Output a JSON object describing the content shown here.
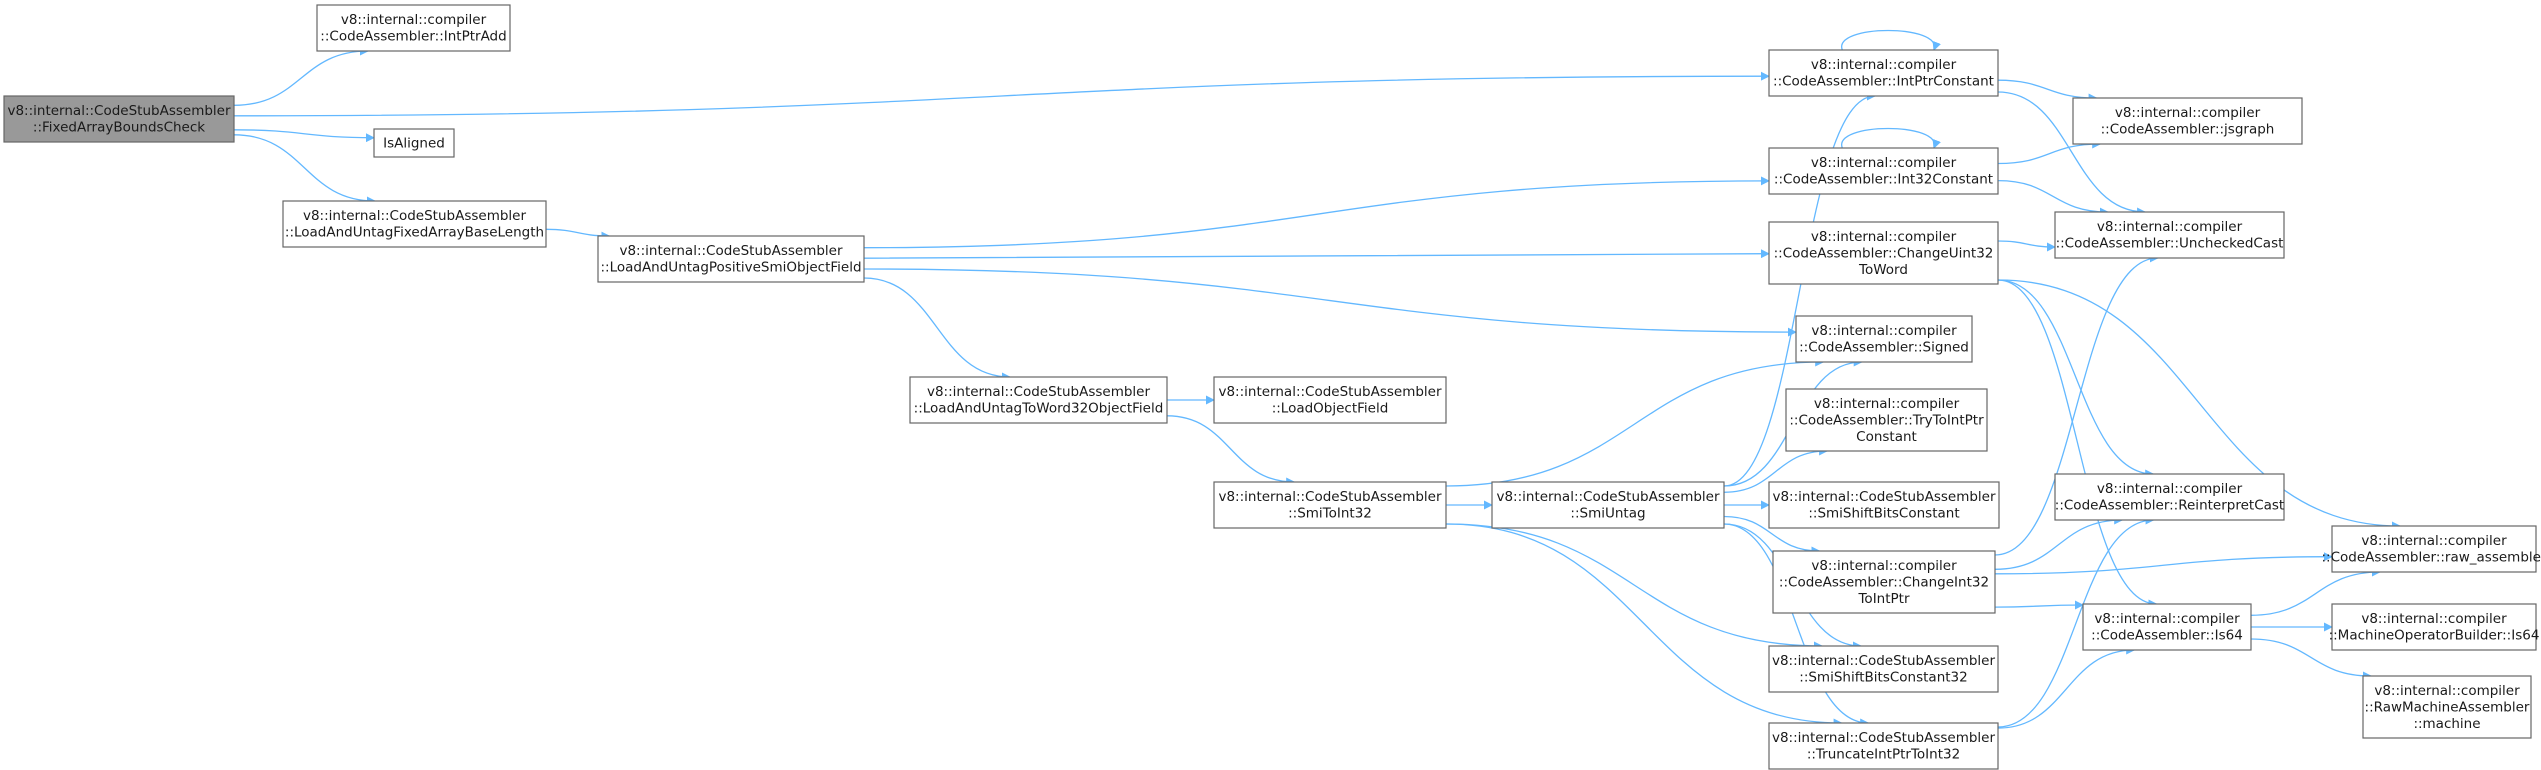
{
  "diagram": {
    "type": "call-graph",
    "nodes": [
      {
        "id": "root",
        "lines": [
          "v8::internal::CodeStubAssembler",
          "::FixedArrayBoundsCheck"
        ],
        "root": true
      },
      {
        "id": "intptradd",
        "lines": [
          "v8::internal::compiler",
          "::CodeAssembler::IntPtrAdd"
        ]
      },
      {
        "id": "isaligned",
        "lines": [
          "IsAligned"
        ]
      },
      {
        "id": "loaduntagbase",
        "lines": [
          "v8::internal::CodeStubAssembler",
          "::LoadAndUntagFixedArrayBaseLength"
        ]
      },
      {
        "id": "loaduntagpos",
        "lines": [
          "v8::internal::CodeStubAssembler",
          "::LoadAndUntagPositiveSmiObjectField"
        ]
      },
      {
        "id": "loaduntagw32",
        "lines": [
          "v8::internal::CodeStubAssembler",
          "::LoadAndUntagToWord32ObjectField"
        ]
      },
      {
        "id": "loadobject",
        "lines": [
          "v8::internal::CodeStubAssembler",
          "::LoadObjectField"
        ]
      },
      {
        "id": "smitoint32",
        "lines": [
          "v8::internal::CodeStubAssembler",
          "::SmiToInt32"
        ]
      },
      {
        "id": "smiuntag",
        "lines": [
          "v8::internal::CodeStubAssembler",
          "::SmiUntag"
        ]
      },
      {
        "id": "intptrconst",
        "lines": [
          "v8::internal::compiler",
          "::CodeAssembler::IntPtrConstant"
        ]
      },
      {
        "id": "int32const",
        "lines": [
          "v8::internal::compiler",
          "::CodeAssembler::Int32Constant"
        ]
      },
      {
        "id": "changeuint32",
        "lines": [
          "v8::internal::compiler",
          "::CodeAssembler::ChangeUint32",
          "ToWord"
        ]
      },
      {
        "id": "signed",
        "lines": [
          "v8::internal::compiler",
          "::CodeAssembler::Signed"
        ]
      },
      {
        "id": "trytointptr",
        "lines": [
          "v8::internal::compiler",
          "::CodeAssembler::TryToIntPtr",
          "Constant"
        ]
      },
      {
        "id": "smishiftbits",
        "lines": [
          "v8::internal::CodeStubAssembler",
          "::SmiShiftBitsConstant"
        ]
      },
      {
        "id": "changeint32",
        "lines": [
          "v8::internal::compiler",
          "::CodeAssembler::ChangeInt32",
          "ToIntPtr"
        ]
      },
      {
        "id": "smishiftbits32",
        "lines": [
          "v8::internal::CodeStubAssembler",
          "::SmiShiftBitsConstant32"
        ]
      },
      {
        "id": "truncate",
        "lines": [
          "v8::internal::CodeStubAssembler",
          "::TruncateIntPtrToInt32"
        ]
      },
      {
        "id": "jsgraph",
        "lines": [
          "v8::internal::compiler",
          "::CodeAssembler::jsgraph"
        ]
      },
      {
        "id": "unchecked",
        "lines": [
          "v8::internal::compiler",
          "::CodeAssembler::UncheckedCast"
        ]
      },
      {
        "id": "reinterpret",
        "lines": [
          "v8::internal::compiler",
          "::CodeAssembler::ReinterpretCast"
        ]
      },
      {
        "id": "is64",
        "lines": [
          "v8::internal::compiler",
          "::CodeAssembler::Is64"
        ]
      },
      {
        "id": "rawasm",
        "lines": [
          "v8::internal::compiler",
          "::CodeAssembler::raw_assembler"
        ]
      },
      {
        "id": "machopis64",
        "lines": [
          "v8::internal::compiler",
          "::MachineOperatorBuilder::Is64"
        ]
      },
      {
        "id": "rawmachine",
        "lines": [
          "v8::internal::compiler",
          "::RawMachineAssembler",
          "::machine"
        ]
      }
    ],
    "edges": [
      {
        "from": "root",
        "to": "intptradd"
      },
      {
        "from": "root",
        "to": "intptrconst"
      },
      {
        "from": "root",
        "to": "isaligned"
      },
      {
        "from": "root",
        "to": "loaduntagbase"
      },
      {
        "from": "loaduntagbase",
        "to": "loaduntagpos"
      },
      {
        "from": "loaduntagpos",
        "to": "int32const"
      },
      {
        "from": "loaduntagpos",
        "to": "changeuint32"
      },
      {
        "from": "loaduntagpos",
        "to": "signed"
      },
      {
        "from": "loaduntagpos",
        "to": "loaduntagw32"
      },
      {
        "from": "loaduntagw32",
        "to": "loadobject"
      },
      {
        "from": "loaduntagw32",
        "to": "smitoint32"
      },
      {
        "from": "smitoint32",
        "to": "signed"
      },
      {
        "from": "smitoint32",
        "to": "smiuntag"
      },
      {
        "from": "smitoint32",
        "to": "smishiftbits32"
      },
      {
        "from": "smitoint32",
        "to": "truncate"
      },
      {
        "from": "smiuntag",
        "to": "intptrconst"
      },
      {
        "from": "smiuntag",
        "to": "signed"
      },
      {
        "from": "smiuntag",
        "to": "trytointptr"
      },
      {
        "from": "smiuntag",
        "to": "smishiftbits"
      },
      {
        "from": "smiuntag",
        "to": "changeint32"
      },
      {
        "from": "smiuntag",
        "to": "smishiftbits32"
      },
      {
        "from": "smiuntag",
        "to": "truncate"
      },
      {
        "from": "intptrconst",
        "to": "intptrconst"
      },
      {
        "from": "intptrconst",
        "to": "jsgraph"
      },
      {
        "from": "intptrconst",
        "to": "unchecked"
      },
      {
        "from": "int32const",
        "to": "int32const"
      },
      {
        "from": "int32const",
        "to": "jsgraph"
      },
      {
        "from": "int32const",
        "to": "unchecked"
      },
      {
        "from": "changeuint32",
        "to": "unchecked"
      },
      {
        "from": "changeuint32",
        "to": "reinterpret"
      },
      {
        "from": "changeuint32",
        "to": "is64"
      },
      {
        "from": "changeuint32",
        "to": "rawasm"
      },
      {
        "from": "changeint32",
        "to": "unchecked"
      },
      {
        "from": "changeint32",
        "to": "reinterpret"
      },
      {
        "from": "changeint32",
        "to": "rawasm"
      },
      {
        "from": "changeint32",
        "to": "is64"
      },
      {
        "from": "truncate",
        "to": "reinterpret"
      },
      {
        "from": "truncate",
        "to": "is64"
      },
      {
        "from": "is64",
        "to": "rawasm"
      },
      {
        "from": "is64",
        "to": "machopis64"
      },
      {
        "from": "is64",
        "to": "rawmachine"
      }
    ],
    "colors": {
      "edge": "#63b8ff",
      "root_fill": "#999999",
      "node_border": "#666666"
    }
  }
}
